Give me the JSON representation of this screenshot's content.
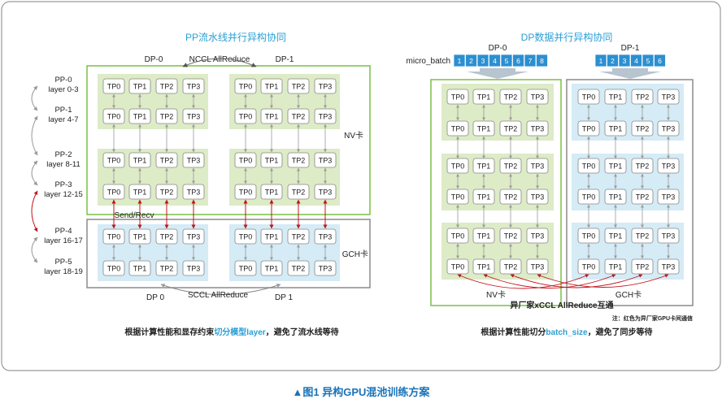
{
  "left": {
    "title": "PP流水线并行异构协同",
    "dp_top_left": "DP-0",
    "dp_top_right": "DP-1",
    "top_allreduce": "NCCL AllReduce",
    "stages": [
      {
        "name": "PP-0",
        "layers": "layer 0-3"
      },
      {
        "name": "PP-1",
        "layers": "layer 4-7"
      },
      {
        "name": "PP-2",
        "layers": "layer 8-11"
      },
      {
        "name": "PP-3",
        "layers": "layer 12-15"
      },
      {
        "name": "PP-4",
        "layers": "layer 16-17"
      },
      {
        "name": "PP-5",
        "layers": "layer 18-19"
      }
    ],
    "send_recv": "Send/Recv",
    "nv_label": "NV卡",
    "gch_label": "GCH卡",
    "bottom_allreduce": "SCCL AllReduce",
    "dp_bottom_left": "DP 0",
    "dp_bottom_right": "DP 1",
    "note_prefix": "根据计算性能和显存约束",
    "note_highlight": "切分模型layer",
    "note_suffix": "，避免了流水线等待"
  },
  "right": {
    "title": "DP数据并行异构协同",
    "micro_batch_label": "micro_batch",
    "dp0_label": "DP-0",
    "dp1_label": "DP-1",
    "dp0_batches": [
      "1",
      "2",
      "3",
      "4",
      "5",
      "6",
      "7",
      "8"
    ],
    "dp1_batches": [
      "1",
      "2",
      "3",
      "4",
      "5",
      "6"
    ],
    "nv_label": "NV卡",
    "gch_label": "GCH卡",
    "xccl_label": "异厂家xCCL AllReduce互通",
    "red_note": "注：红色为异厂家GPU卡间通信",
    "note_prefix": "根据计算性能切分",
    "note_highlight": "batch_size",
    "note_suffix": "，避免了同步等待"
  },
  "tp_labels": [
    "TP0",
    "TP1",
    "TP2",
    "TP3"
  ],
  "caption": "▲图1  异构GPU混池训练方案",
  "colors": {
    "title_blue": "#2a9fd6",
    "nv_green": "#7ac143",
    "nv_fill": "#ddebc7",
    "gch_fill": "#d5ebf6",
    "gch_border": "#8c8c8c",
    "red": "#c0141c",
    "batch_blue": "#2c8fd0"
  }
}
